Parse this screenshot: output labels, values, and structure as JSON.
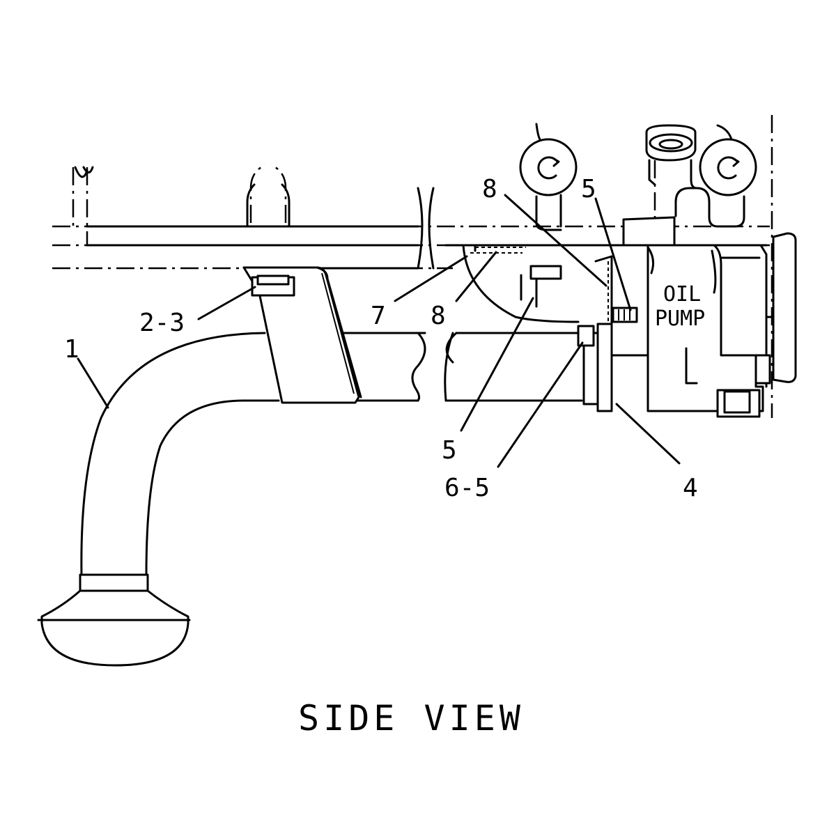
{
  "diagram": {
    "title": "SIDE VIEW",
    "pump_label_line1": "OIL",
    "pump_label_line2": "PUMP",
    "callouts": {
      "c1": "1",
      "c2_3": "2-3",
      "c7": "7",
      "c8_upper": "8",
      "c8_lower": "8",
      "c5_upper": "5",
      "c5_lower": "5",
      "c6_5": "6-5",
      "c4": "4"
    }
  }
}
